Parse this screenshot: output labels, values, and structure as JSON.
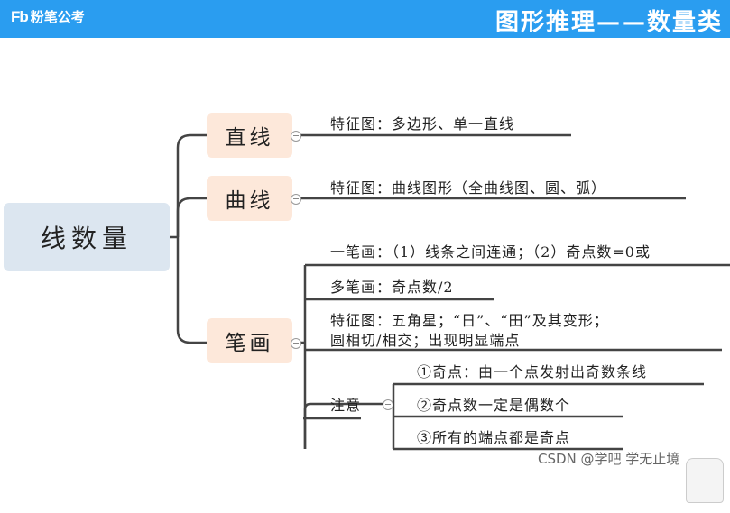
{
  "header": {
    "logo_mark": "Fb",
    "logo_text": "粉笔公考",
    "title": "图形推理——数量类"
  },
  "mindmap": {
    "root": "线数量",
    "branches": [
      {
        "label": "直线",
        "items": [
          "特征图：多边形、单一直线"
        ]
      },
      {
        "label": "曲线",
        "items": [
          "特征图：曲线图形（全曲线图、圆、弧）"
        ]
      },
      {
        "label": "笔画",
        "items": [
          "一笔画：（1）线条之间连通；（2）奇点数=0或",
          "多笔画：奇点数/2",
          "特征图：五角星；“日”、“田”及其变形；",
          "圆相切/相交；出现明显端点"
        ],
        "note": {
          "label": "注意",
          "items": [
            "①奇点：由一个点发射出奇数条线",
            "②奇点数一定是偶数个",
            "③所有的端点都是奇点"
          ]
        }
      }
    ]
  },
  "watermark": "CSDN @学吧 学无止境"
}
